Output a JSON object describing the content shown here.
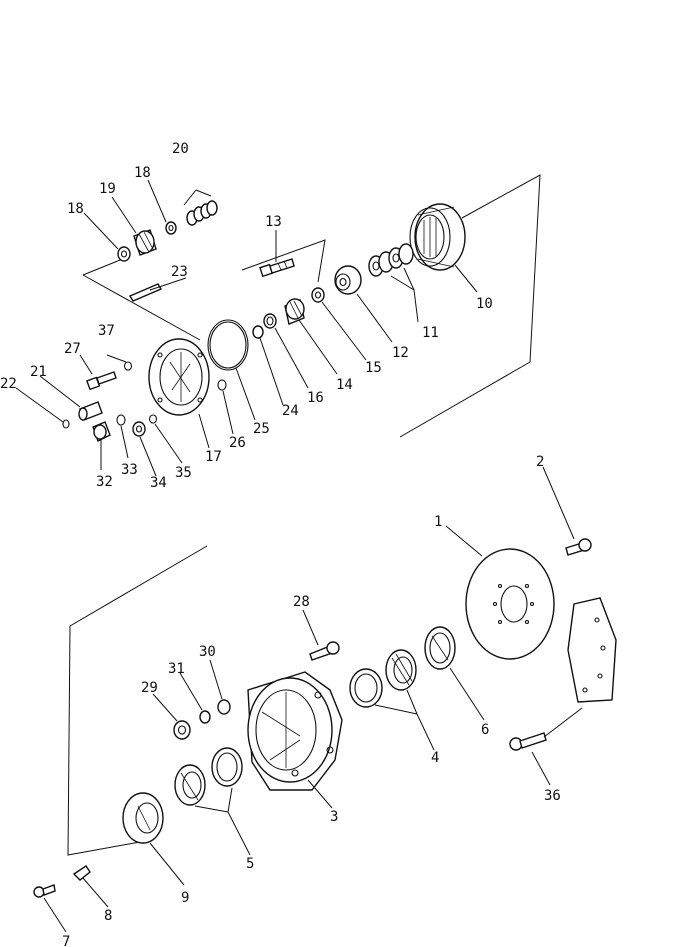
{
  "diagram": {
    "parts": {
      "p1": "1",
      "p2": "2",
      "p3": "3",
      "p4": "4",
      "p5": "5",
      "p6": "6",
      "p7": "7",
      "p8": "8",
      "p9": "9",
      "p10": "10",
      "p11": "11",
      "p12": "12",
      "p13": "13",
      "p14": "14",
      "p15": "15",
      "p16": "16",
      "p17": "17",
      "p18a": "18",
      "p18b": "18",
      "p19": "19",
      "p20": "20",
      "p21": "21",
      "p22": "22",
      "p23": "23",
      "p24": "24",
      "p25": "25",
      "p26": "26",
      "p27": "27",
      "p28": "28",
      "p29": "29",
      "p30": "30",
      "p31": "31",
      "p32": "32",
      "p33": "33",
      "p34": "34",
      "p35": "35",
      "p36": "36",
      "p37": "37"
    }
  }
}
